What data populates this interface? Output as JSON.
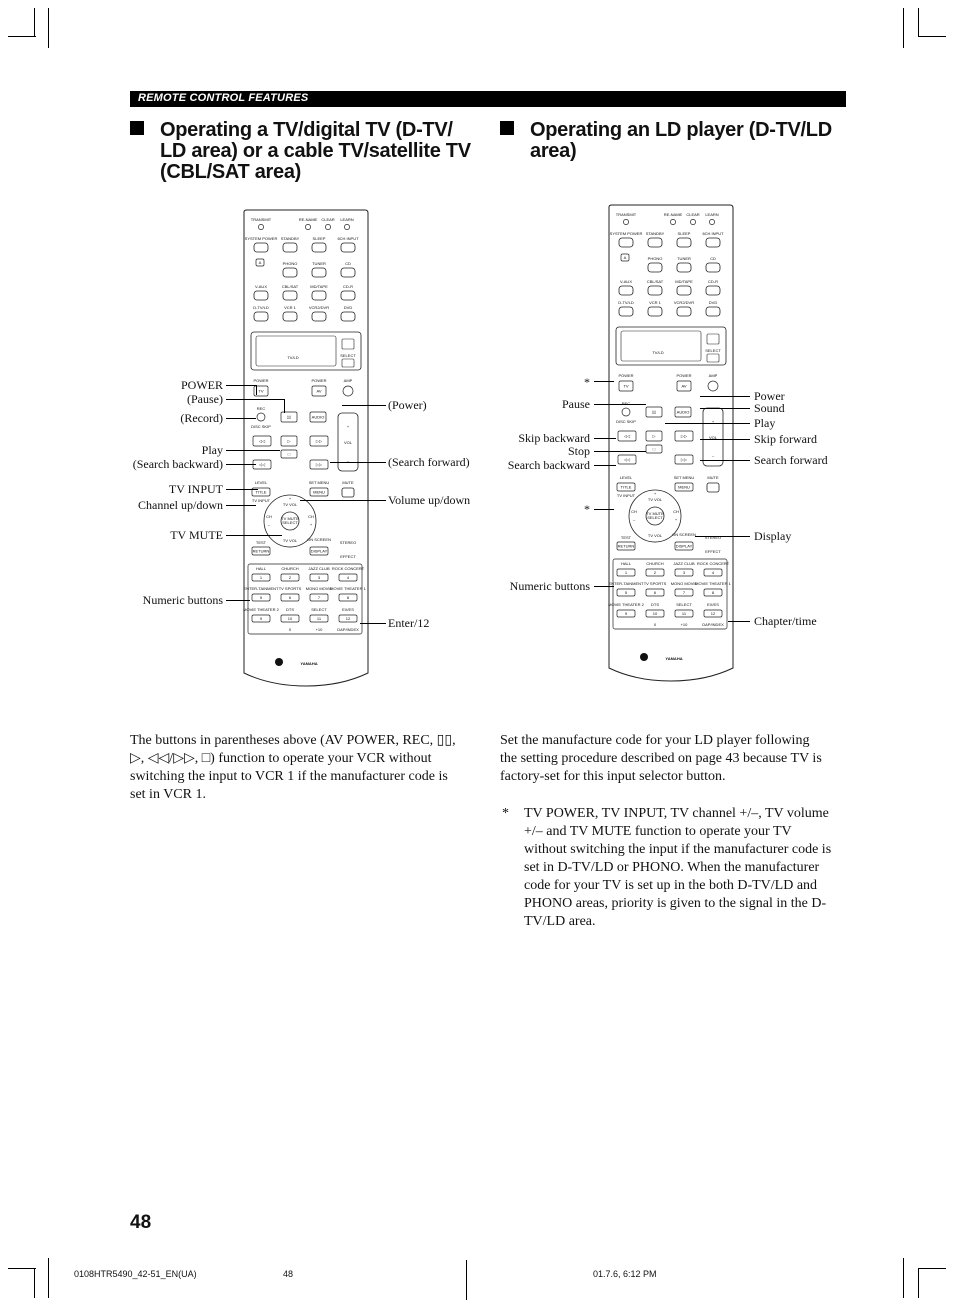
{
  "header": {
    "section": "REMOTE CONTROL FEATURES"
  },
  "left": {
    "title_line1": "Operating a TV/digital TV (D-TV/",
    "title_line2": "LD area) or a cable TV/satellite TV",
    "title_line3": "(CBL/SAT area)",
    "callouts": {
      "power": "POWER",
      "pause": "(Pause)",
      "record": "(Record)",
      "play": "Play",
      "search_backward": "(Search backward)",
      "tv_input": "TV INPUT",
      "channel": "Channel up/down",
      "tv_mute": "TV MUTE",
      "numeric": "Numeric buttons",
      "power_paren": "(Power)",
      "search_forward": "(Search forward)",
      "volume": "Volume up/down",
      "enter": "Enter/12"
    },
    "body_line1": "The buttons in parentheses above (AV POWER, REC, ▯▯,",
    "body_line2": "▷, ◁◁/▷▷, □) function to operate your VCR without",
    "body_line3": "switching the input to VCR 1 if the manufacturer code is",
    "body_line4": "set in VCR 1."
  },
  "right": {
    "title_line1": "Operating an LD player (D-TV/LD",
    "title_line2": "area)",
    "callouts": {
      "star1": "*",
      "pause": "Pause",
      "skip_backward": "Skip backward",
      "stop": "Stop",
      "search_backward": "Search backward",
      "star2": "*",
      "numeric": "Numeric buttons",
      "power": "Power",
      "sound": "Sound",
      "play": "Play",
      "skip_forward": "Skip forward",
      "search_forward": "Search forward",
      "display": "Display",
      "chapter": "Chapter/time"
    },
    "body_line1": "Set the manufacture code for your LD player following",
    "body_line2": "the setting procedure described on page 43 because TV is",
    "body_line3": "factory-set for this input selector button.",
    "note_star": "*",
    "note_line1": "TV POWER, TV INPUT, TV channel +/–, TV volume",
    "note_line2": "+/– and TV MUTE function to operate your TV",
    "note_line3": "without switching the input if the manufacturer code is",
    "note_line4": "set in D-TV/LD or PHONO. When the manufacturer",
    "note_line5": "code for your TV is set up in the both D-TV/LD and",
    "note_line6": "PHONO areas, priority is given to the signal in the D-",
    "note_line7": "TV/LD area."
  },
  "remote": {
    "display_text": "TV/LD",
    "brand": "YAMAHA",
    "top_labels": [
      "TRANSMIT",
      "RE-NAME",
      "CLEAR",
      "LEARN"
    ],
    "row1": [
      "SYSTEM POWER",
      "STANDBY",
      "SLEEP",
      "6CH INPUT"
    ],
    "row2": [
      "PHONO",
      "TUNER",
      "CD"
    ],
    "row3": [
      "V-AUX",
      "CBL/SAT",
      "MD/TAPE",
      "CD-R"
    ],
    "row4": [
      "D-TV/LD",
      "VCR 1",
      "VCR2/DVR",
      "DVD"
    ],
    "select": "SELECT",
    "power_row": [
      "POWER",
      "POWER",
      "AMP"
    ],
    "power_btns": [
      "TV",
      "AV"
    ],
    "rec": "REC",
    "audio": "AUDIO",
    "disc_skip": "DISC SKIP",
    "vol": "VOL",
    "level": "LEVEL",
    "title": "TITLE",
    "set_menu": "SET MENU",
    "menu": "MENU",
    "mute": "MUTE",
    "tv_input": "TV INPUT",
    "tv_vol": "TV VOL",
    "ch": "CH",
    "tv_mute": "TV MUTE",
    "test": "TEST",
    "on_screen": "ON SCREEN",
    "stereo": "STEREO",
    "return": "RETURN",
    "display": "DISPLAY",
    "effect": "EFFECT",
    "dsp1": [
      "HALL",
      "CHURCH",
      "JAZZ CLUB",
      "ROCK CONCERT"
    ],
    "nums1": [
      "1",
      "2",
      "3",
      "4"
    ],
    "dsp2": [
      "ENTER-TAINMENT",
      "TV SPORTS",
      "MONO MOVIE",
      "MOVIE THEATER 1"
    ],
    "nums2": [
      "5",
      "6",
      "7",
      "8"
    ],
    "dsp3": [
      "MOVIE THEATER 2",
      "DTS",
      "SELECT",
      "EX/ES"
    ],
    "nums3": [
      "9",
      "10",
      "11",
      "12"
    ],
    "bottom": [
      "0",
      "+10",
      "DAP/INDEX"
    ]
  },
  "footer": {
    "page_number": "48",
    "file": "0108HTR5490_42-51_EN(UA)",
    "page": "48",
    "date": "01.7.6, 6:12 PM"
  }
}
